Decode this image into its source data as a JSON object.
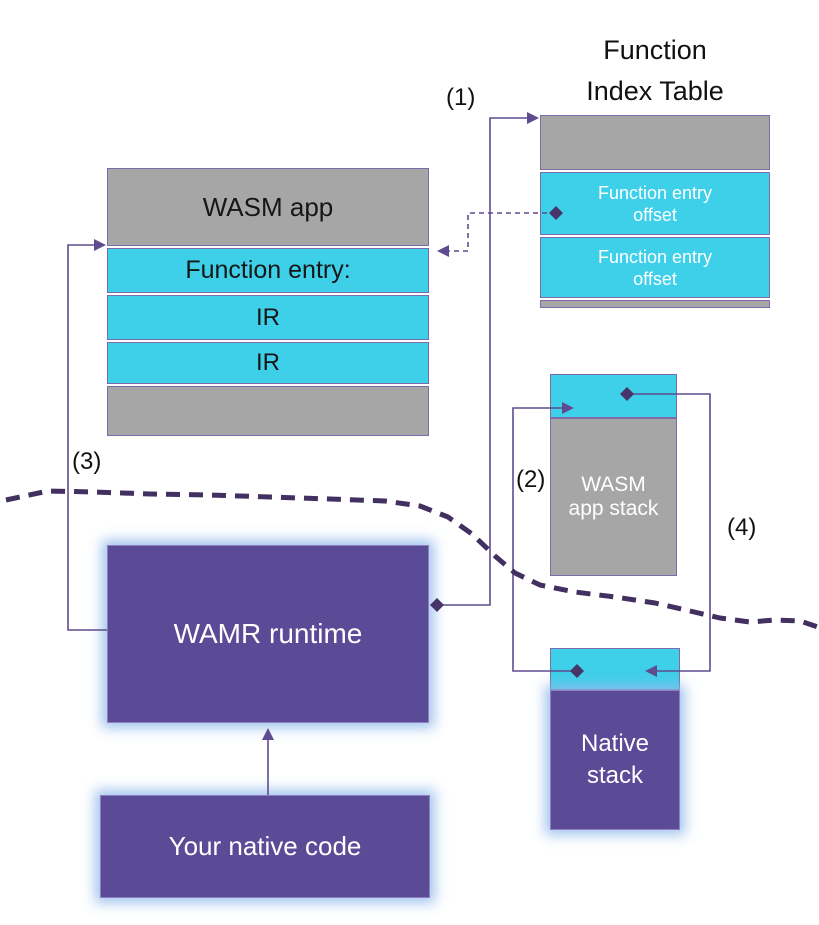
{
  "colors": {
    "gray": "#a6a6a6",
    "cyan": "#3ecfe9",
    "purple": "#5b4a96",
    "rowborder": "#7d6bab",
    "line": "#5f4b8f",
    "diamond": "#473468",
    "boundary": "#413060",
    "glow": "rgba(146,186,235,0.85)"
  },
  "function_index_table": {
    "title_line1": "Function",
    "title_line2": "Index Table",
    "row1_label": "Function entry offset",
    "row2_label": "Function entry offset"
  },
  "wasm_app": {
    "title": "WASM app",
    "row1": "Function entry:",
    "row2": "IR",
    "row3": "IR"
  },
  "wasm_app_stack": {
    "line1": "WASM",
    "line2": "app stack"
  },
  "native_stack": {
    "line1": "Native",
    "line2": "stack"
  },
  "wamr_runtime": {
    "label": "WAMR runtime"
  },
  "native_code": {
    "label": "Your native code"
  },
  "annotations": {
    "a1": "(1)",
    "a2": "(2)",
    "a3": "(3)",
    "a4": "(4)"
  }
}
